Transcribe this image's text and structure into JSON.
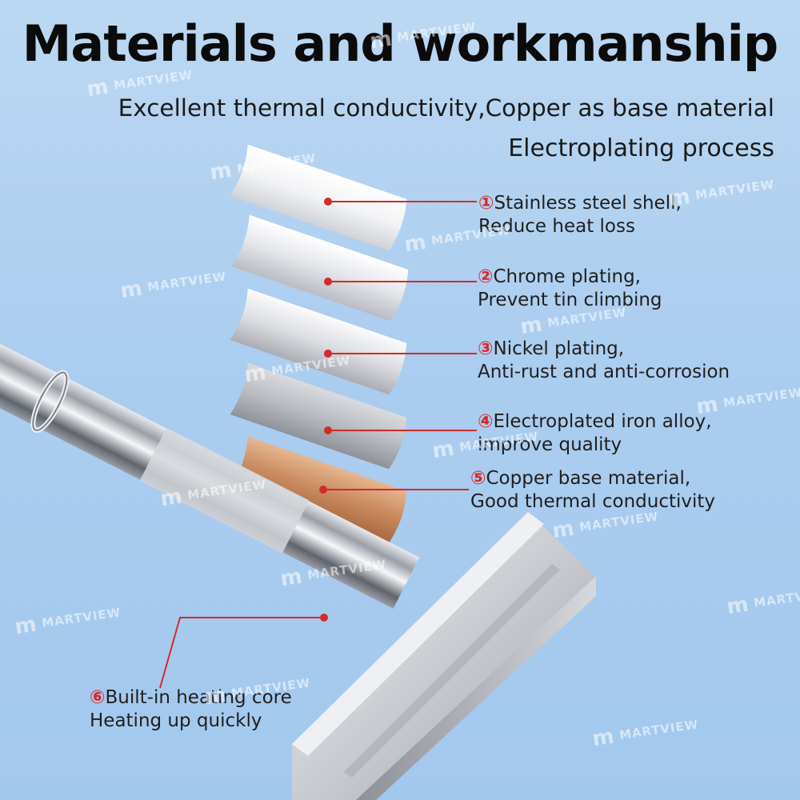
{
  "title": "Materials and workmanship",
  "subtitle_line1": "Excellent thermal conductivity,Copper as base material",
  "subtitle_line2": "Electroplating process",
  "watermark": "MARTVIEW",
  "callouts": [
    {
      "num": "①",
      "line1": "Stainless steel shell,",
      "line2": "Reduce heat loss"
    },
    {
      "num": "②",
      "line1": "Chrome plating,",
      "line2": "Prevent tin climbing"
    },
    {
      "num": "③",
      "line1": "Nickel plating,",
      "line2": "Anti-rust and anti-corrosion"
    },
    {
      "num": "④",
      "line1": "Electroplated iron alloy,",
      "line2": "improve quality"
    },
    {
      "num": "⑤",
      "line1": "Copper base material,",
      "line2": "Good thermal conductivity"
    },
    {
      "num": "⑥",
      "line1": "Built-in heating core",
      "line2": "Heating up quickly"
    }
  ],
  "colors": {
    "accent": "#d42a2a",
    "copper": "#c98b5f",
    "background": "#abcdef"
  }
}
